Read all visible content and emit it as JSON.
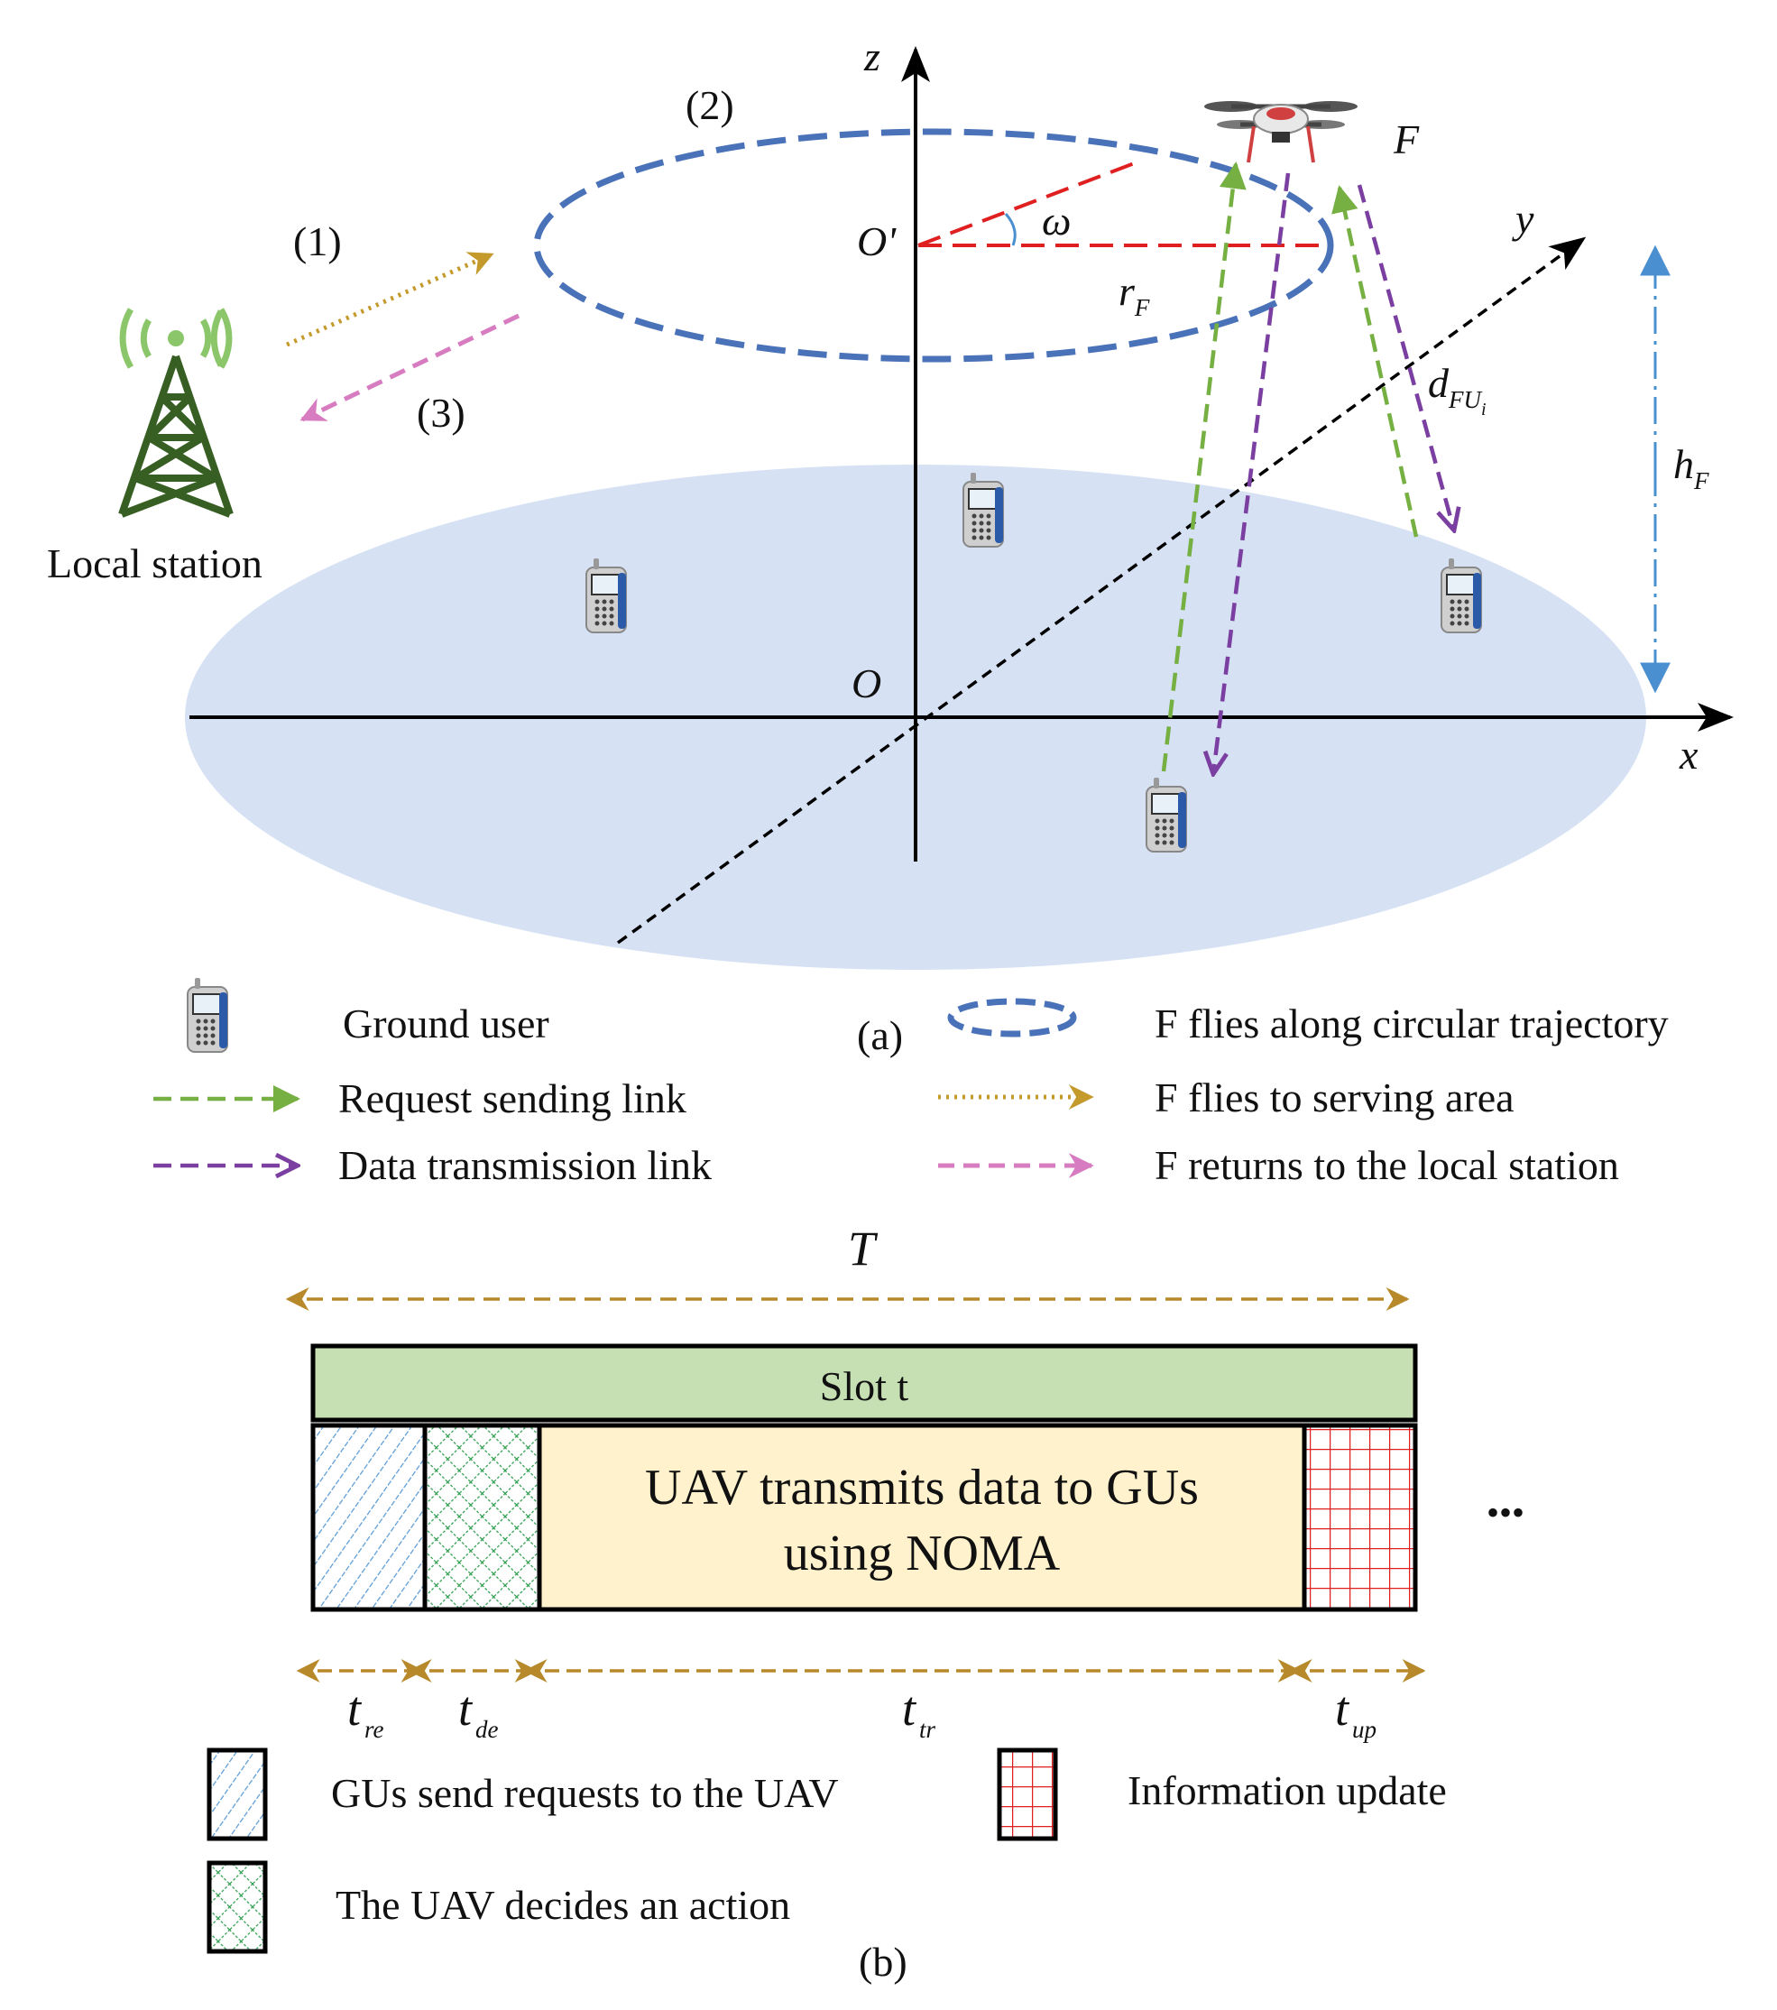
{
  "part_a": {
    "caption": "(a)",
    "labels": {
      "step1": "(1)",
      "step2": "(2)",
      "step3": "(3)",
      "z_axis": "z",
      "y_axis": "y",
      "x_axis": "x",
      "origin": "O",
      "center": "O'",
      "omega": "ω",
      "radius_main": "r",
      "radius_sub": "F",
      "uav": "F",
      "distance_main": "d",
      "distance_sub": "FU",
      "distance_subsub": "i",
      "height_main": "h",
      "height_sub": "F",
      "local_station": "Local station"
    },
    "legend": {
      "ground_user": "Ground user",
      "request_link": "Request sending link",
      "data_link": "Data transmission link",
      "circular": "F flies along circular trajectory",
      "to_area": "F flies to serving area",
      "return": "F returns to the local station"
    },
    "colors": {
      "ground_disk": "#d6e2f4",
      "trajectory": "#4a72b8",
      "request": "#76b043",
      "data": "#7a3fa0",
      "fly_to": "#c59a2c",
      "return": "#d77cc0",
      "height": "#4a90d0",
      "angle_lines": "#e02020",
      "tower": "#375e23",
      "signal": "#8cc66a"
    },
    "icons": {
      "uav": "drone-icon",
      "tower": "cell-tower-icon",
      "user": "mobile-phone-icon"
    }
  },
  "part_b": {
    "caption": "(b)",
    "period_label": "T",
    "slot_label": "Slot t",
    "transmit_line1": "UAV transmits data to GUs",
    "transmit_line2": "using NOMA",
    "ellipsis": "•••",
    "durations": [
      {
        "main": "t",
        "sub": "re"
      },
      {
        "main": "t",
        "sub": "de"
      },
      {
        "main": "t",
        "sub": "tr"
      },
      {
        "main": "t",
        "sub": "up"
      }
    ],
    "legend": {
      "requests": "GUs send requests to the UAV",
      "decides": "The UAV decides an action",
      "update": "Information update"
    },
    "colors": {
      "slot_fill": "#c6e0b4",
      "transmit_fill": "#fff2cc",
      "arrows": "#b8892a",
      "request_hatch": "#5b9bd5",
      "decide_hatch": "#2e9e4e",
      "update_grid": "#e02020"
    }
  }
}
